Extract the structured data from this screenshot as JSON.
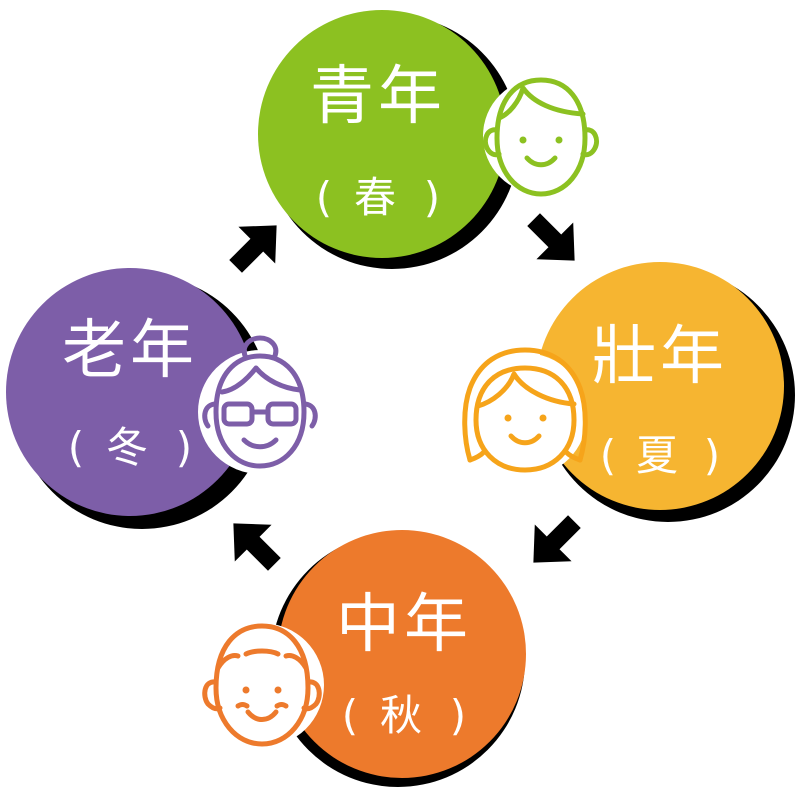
{
  "stages": [
    {
      "key": "youth",
      "title": "青年",
      "season": "春",
      "color": "#8cc121",
      "icon": "young-face-icon"
    },
    {
      "key": "prime",
      "title": "壯年",
      "season": "夏",
      "color": "#f6b531",
      "icon": "woman-face-icon"
    },
    {
      "key": "middle",
      "title": "中年",
      "season": "秋",
      "color": "#ed7a2c",
      "icon": "balding-man-face-icon"
    },
    {
      "key": "old",
      "title": "老年",
      "season": "冬",
      "color": "#7d5ea8",
      "icon": "grandma-glasses-face-icon"
    }
  ],
  "arrow_color": "#000000",
  "flow": "clockwise"
}
